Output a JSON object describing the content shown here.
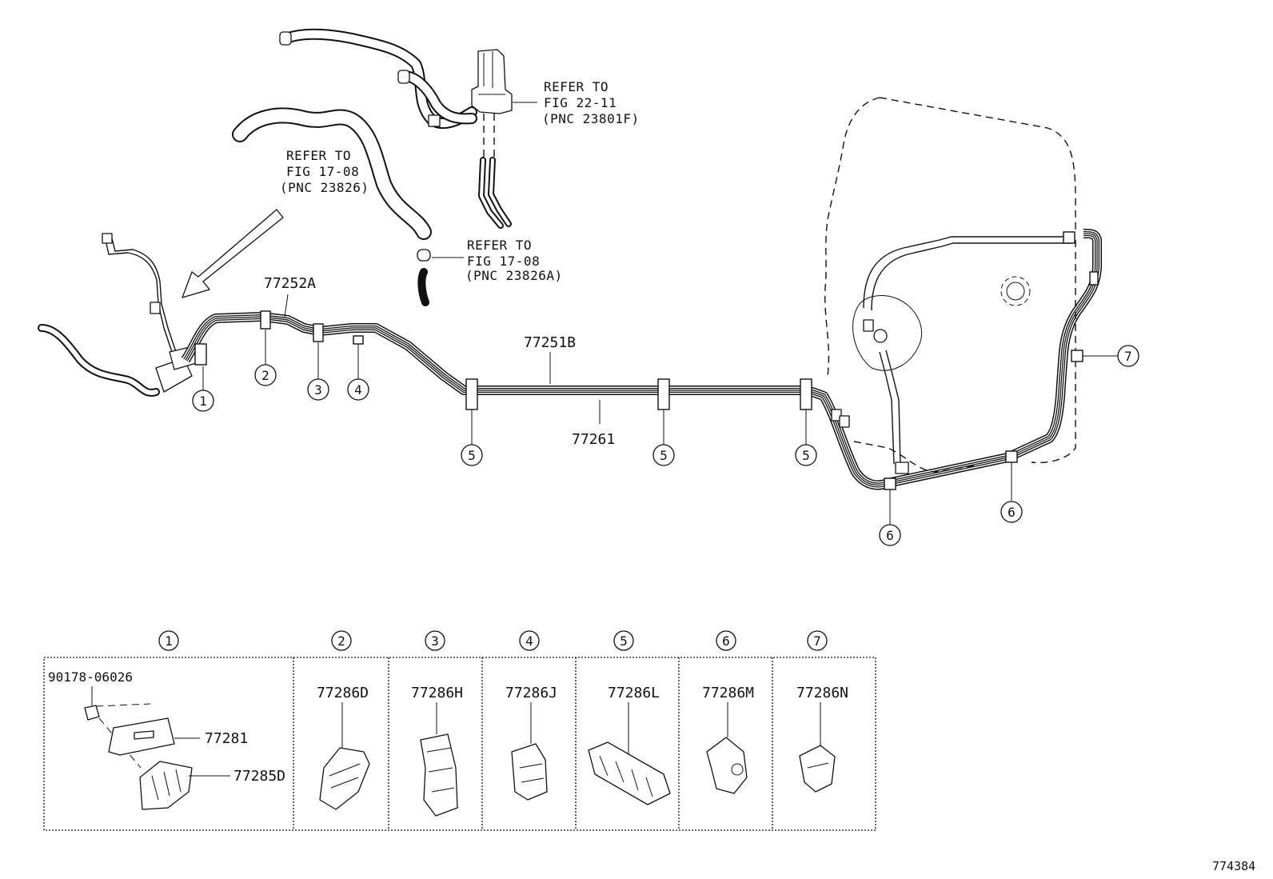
{
  "diagram": {
    "part_labels": {
      "main_tube_front": "77252A",
      "main_tube_mid": "77251B",
      "main_tube_return": "77261"
    },
    "refer_notes": [
      {
        "line1": "REFER TO",
        "line2": "FIG 22-11",
        "line3": "(PNC 23801F)"
      },
      {
        "line1": "REFER TO",
        "line2": "FIG 17-08",
        "line3": "(PNC 23826)"
      },
      {
        "line1": "REFER TO",
        "line2": "FIG 17-08",
        "line3": "(PNC 23826A)"
      }
    ],
    "callouts": [
      "1",
      "2",
      "3",
      "4",
      "5",
      "6",
      "7"
    ],
    "clamp_table": [
      {
        "num": "1",
        "parts": [
          "90178-06026",
          "77281",
          "77285D"
        ]
      },
      {
        "num": "2",
        "parts": [
          "77286D"
        ]
      },
      {
        "num": "3",
        "parts": [
          "77286H"
        ]
      },
      {
        "num": "4",
        "parts": [
          "77286J"
        ]
      },
      {
        "num": "5",
        "parts": [
          "77286L"
        ]
      },
      {
        "num": "6",
        "parts": [
          "77286M"
        ]
      },
      {
        "num": "7",
        "parts": [
          "77286N"
        ]
      }
    ],
    "figure_id": "774384"
  }
}
